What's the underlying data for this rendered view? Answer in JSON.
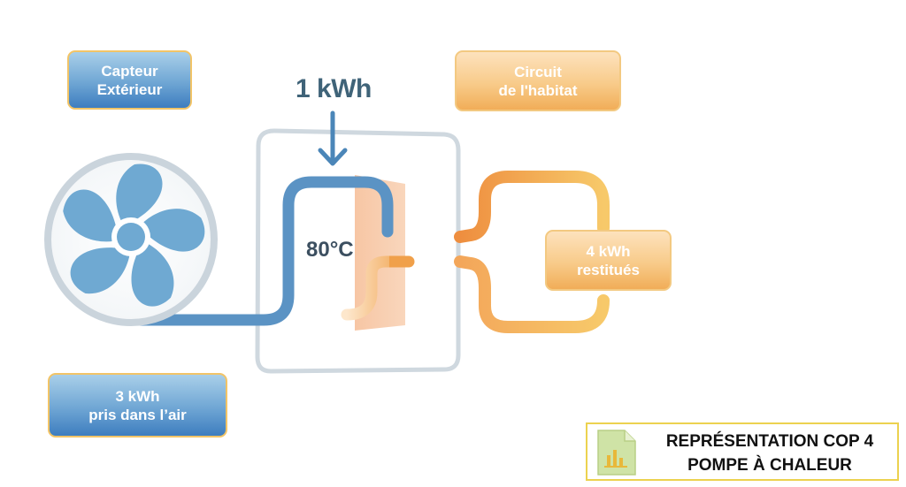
{
  "labels": {
    "capteur": [
      "Capteur",
      "Extérieur"
    ],
    "circuit": [
      "Circuit",
      "de l'habitat"
    ],
    "restitues": [
      "4 kWh",
      "restitués"
    ],
    "pris": [
      "3 kWh",
      "pris dans l’air"
    ]
  },
  "energy_input": "1 kWh",
  "temperature": "80°C",
  "badge": {
    "line1": "REPRÉSENTATION COP 4",
    "line2": "POMPE À CHALEUR",
    "icon": "chart-document-icon"
  },
  "colors": {
    "cold_circuit": "#5b93c4",
    "hot_circuit": "#f0a04a",
    "fan_blades": "#6fa9d2",
    "casing": "#c9d2da",
    "badge_border": "#ecd24f"
  }
}
